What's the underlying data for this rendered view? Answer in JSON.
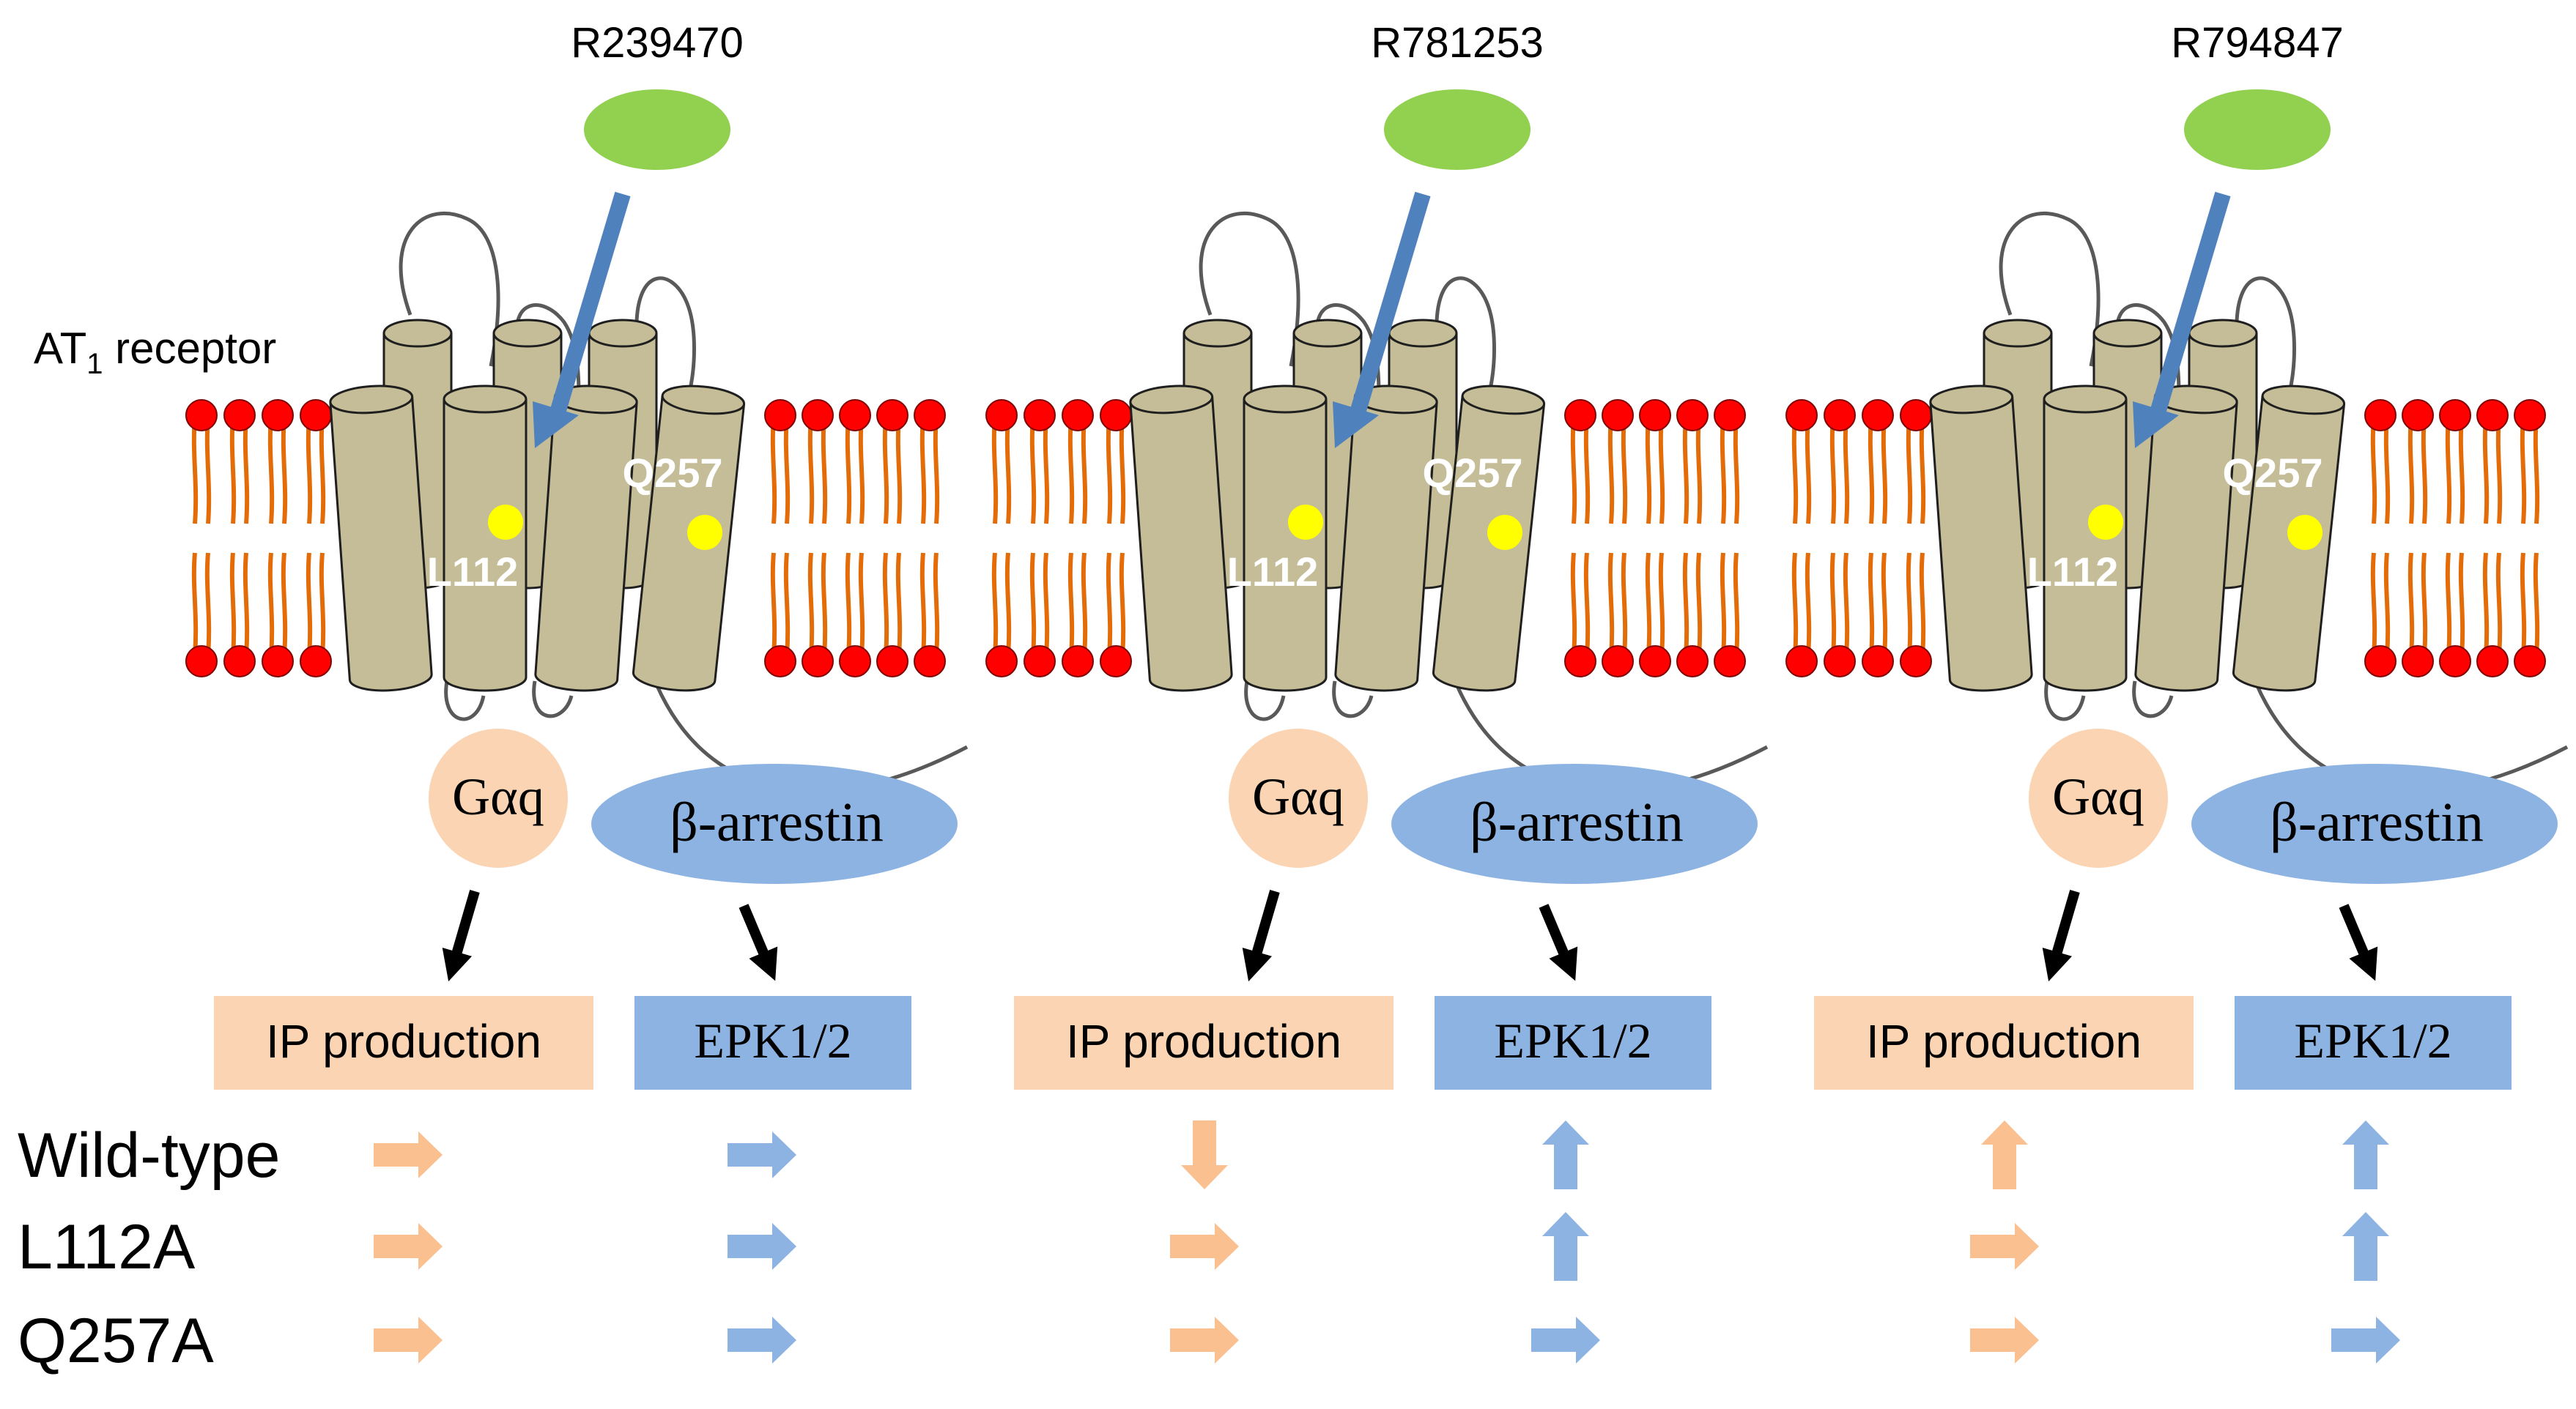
{
  "panels": [
    {
      "ligand": "R239470",
      "residue_1": "L112",
      "residue_2": "Q257",
      "gprotein": "Gαq",
      "arrestin": "β-arrestin",
      "output_1": "IP production",
      "output_2": "EPK1/2",
      "effects": {
        "wild_type": [
          "right",
          "right"
        ],
        "l112a": [
          "right",
          "right"
        ],
        "q257a": [
          "right",
          "right"
        ]
      }
    },
    {
      "ligand": "R781253",
      "residue_1": "L112",
      "residue_2": "Q257",
      "gprotein": "Gαq",
      "arrestin": "β-arrestin",
      "output_1": "IP production",
      "output_2": "EPK1/2",
      "effects": {
        "wild_type": [
          "down",
          "up"
        ],
        "l112a": [
          "right",
          "up"
        ],
        "q257a": [
          "right",
          "right"
        ]
      }
    },
    {
      "ligand": "R794847",
      "residue_1": "L112",
      "residue_2": "Q257",
      "gprotein": "Gαq",
      "arrestin": "β-arrestin",
      "output_1": "IP production",
      "output_2": "EPK1/2",
      "effects": {
        "wild_type": [
          "up",
          "up"
        ],
        "l112a": [
          "right",
          "up"
        ],
        "q257a": [
          "right",
          "right"
        ]
      }
    }
  ],
  "receptor_label": {
    "prefix": "AT",
    "subscript": "1",
    "suffix": " receptor"
  },
  "row_labels": {
    "wild_type": "Wild-type",
    "l112a": "L112A",
    "q257a": "Q257A"
  },
  "colors": {
    "ligand": "#92d050",
    "ligand_arrow": "#4f81bd",
    "helix_fill": "#c4bd97",
    "helix_stroke": "#1f1f1f",
    "residue_dot": "#ffff00",
    "lipid_head": "#ff0000",
    "lipid_tail": "#e36c09",
    "gprotein": "#fbd4b4",
    "arrestin": "#8db3e2",
    "ip_box": "#fbd4b4",
    "epk_box": "#8db3e2",
    "orange_arrow": "#fac090",
    "blue_arrow": "#8db3e2"
  }
}
